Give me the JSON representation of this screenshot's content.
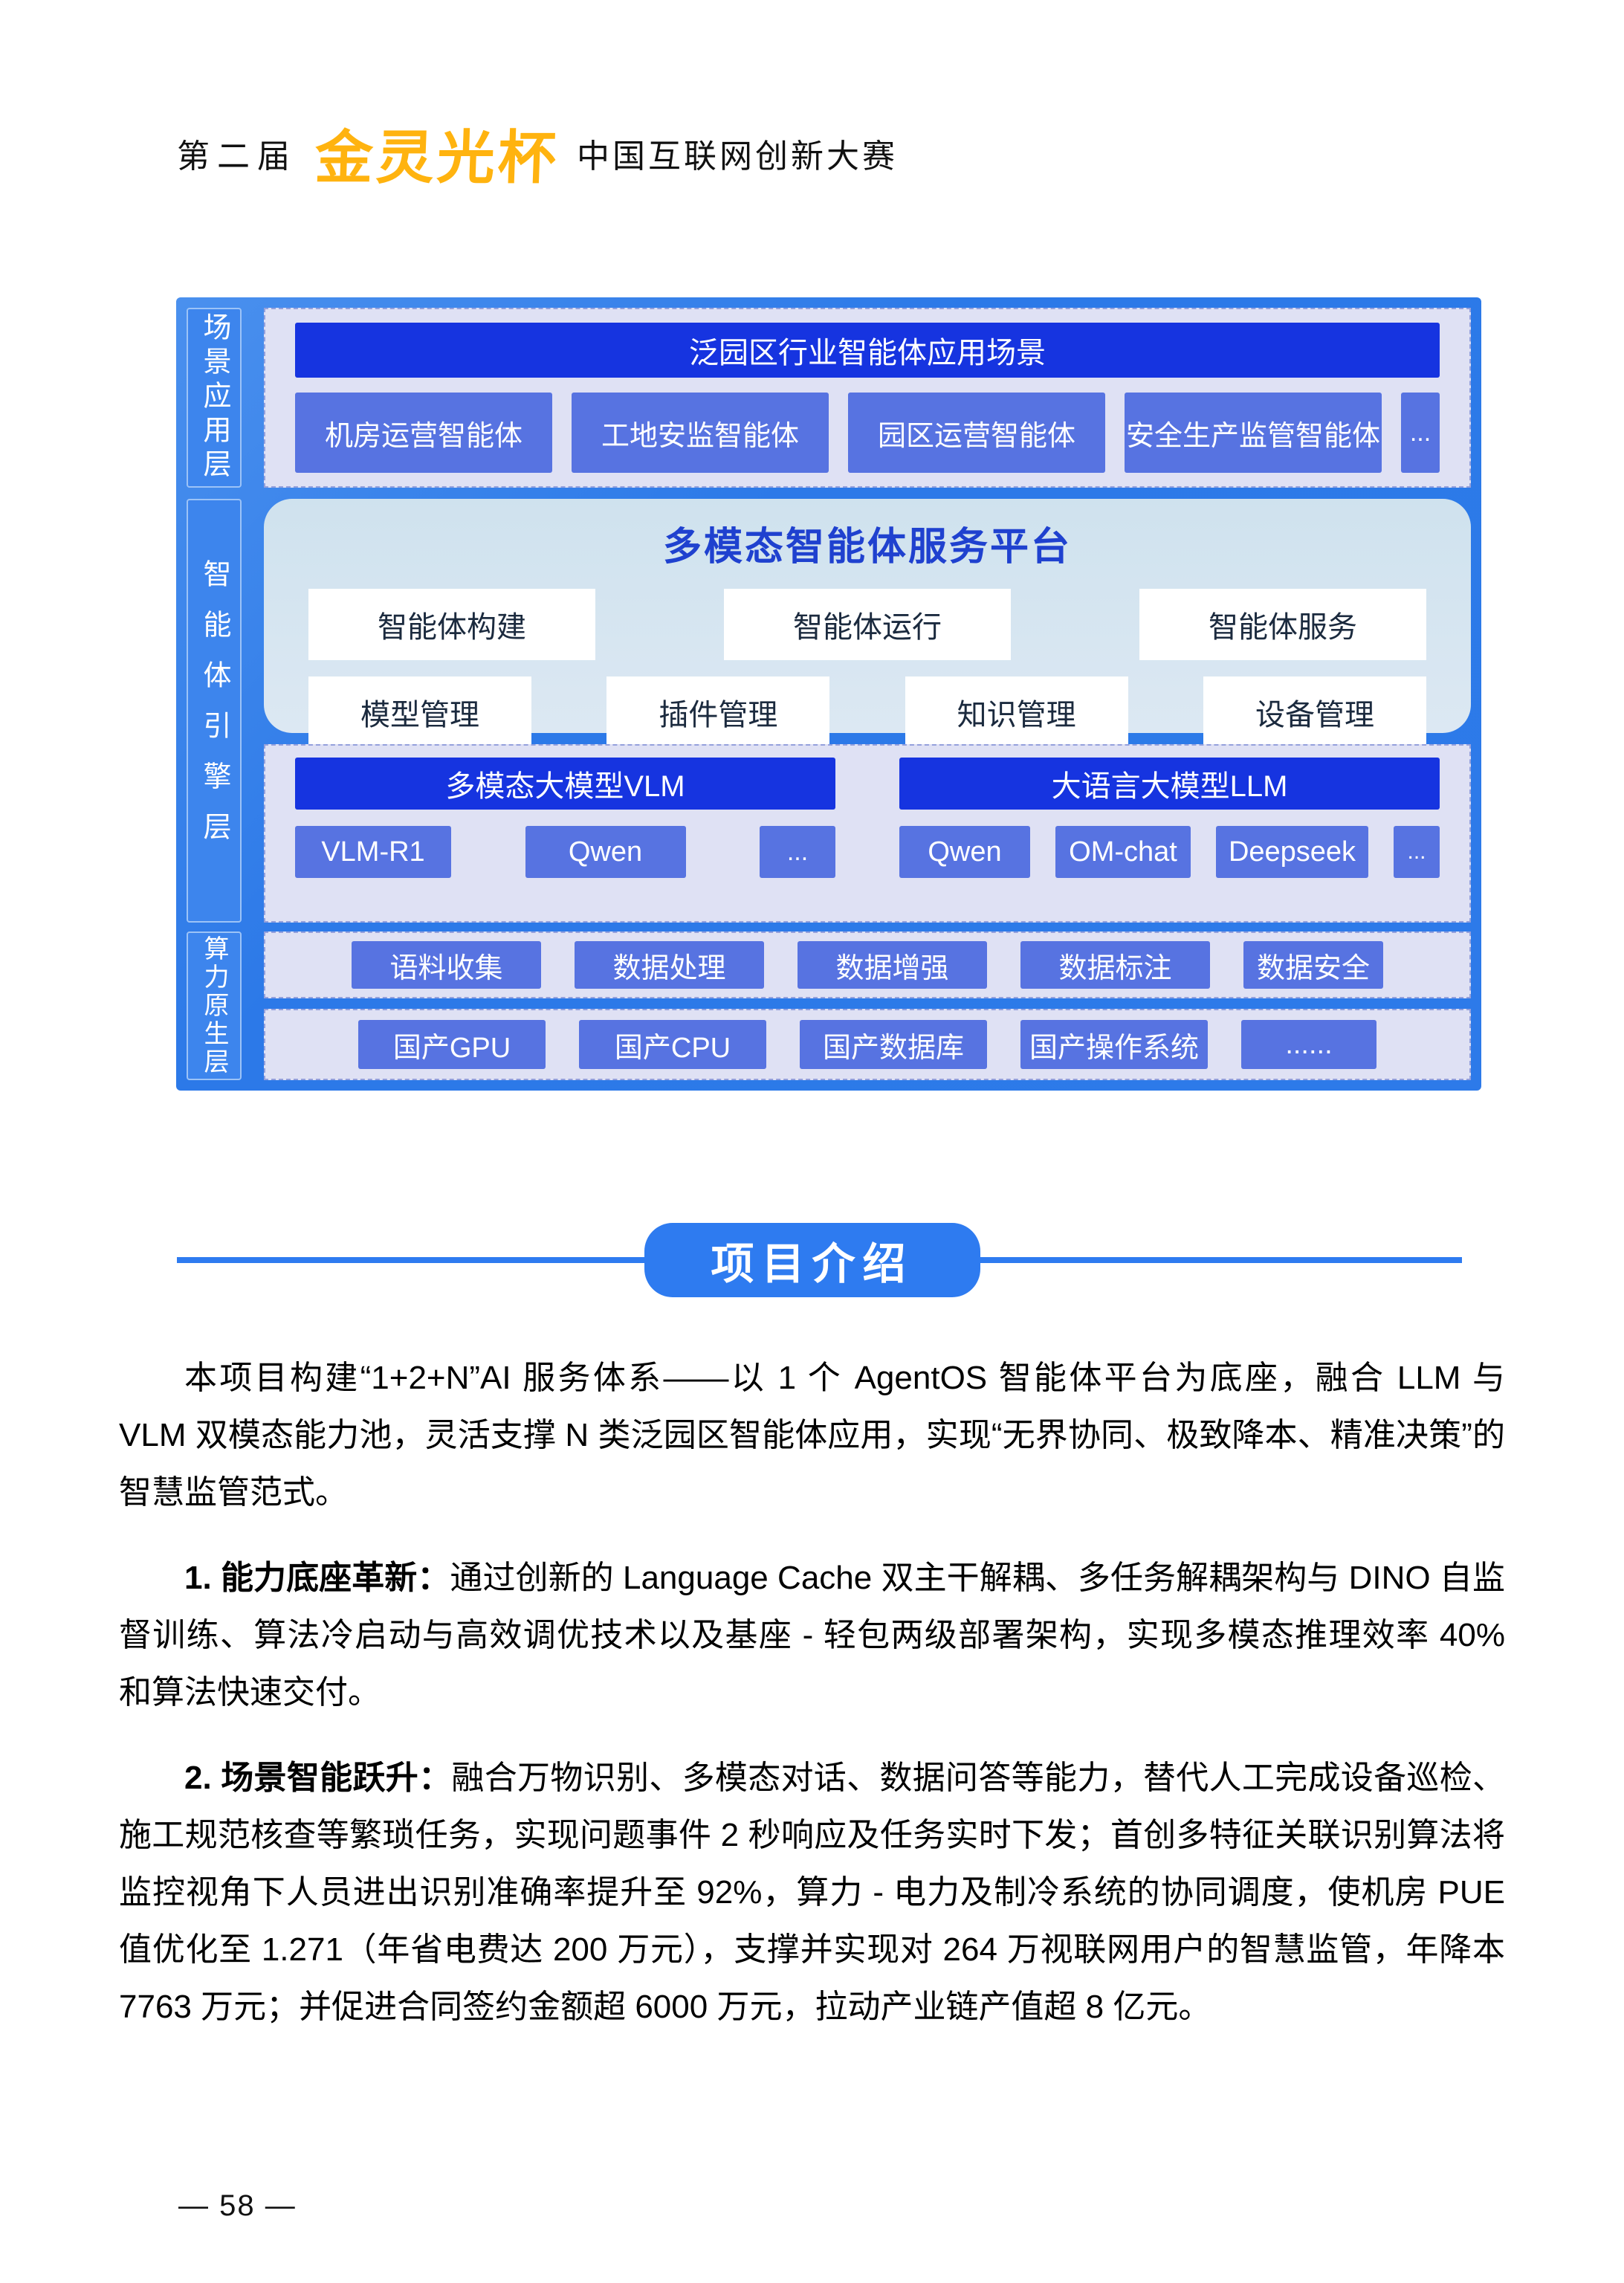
{
  "header": {
    "edition": "第二届",
    "brand": "金灵光杯",
    "competition": "中国互联网创新大赛"
  },
  "diagram": {
    "layers": [
      {
        "label": "场景应用层"
      },
      {
        "label": "智能体引擎层"
      },
      {
        "label": "算力原生层"
      }
    ],
    "app_scene": {
      "title": "泛园区行业智能体应用场景",
      "items": [
        "机房运营智能体",
        "工地安监智能体",
        "园区运营智能体",
        "安全生产监管智能体",
        "..."
      ]
    },
    "platform": {
      "title": "多模态智能体服务平台",
      "row1": [
        "智能体构建",
        "智能体运行",
        "智能体服务"
      ],
      "row2": [
        "模型管理",
        "插件管理",
        "知识管理",
        "设备管理"
      ]
    },
    "models": {
      "vlm": {
        "title": "多模态大模型VLM",
        "items": [
          "VLM-R1",
          "Qwen",
          "..."
        ]
      },
      "llm": {
        "title": "大语言大模型LLM",
        "items": [
          "Qwen",
          "OM-chat",
          "Deepseek",
          "..."
        ]
      }
    },
    "data_layer": [
      "语料收集",
      "数据处理",
      "数据增强",
      "数据标注",
      "数据安全"
    ],
    "infra_layer": [
      "国产GPU",
      "国产CPU",
      "国产数据库",
      "国产操作系统",
      "......"
    ]
  },
  "section": {
    "title": "项目介绍"
  },
  "paragraphs": [
    {
      "bold": "",
      "text": "本项目构建“1+2+N”AI 服务体系——以 1 个 AgentOS 智能体平台为底座，融合 LLM 与 VLM 双模态能力池，灵活支撑 N 类泛园区智能体应用，实现“无界协同、极致降本、精准决策”的智慧监管范式。"
    },
    {
      "bold": "1. 能力底座革新：",
      "text": "通过创新的 Language Cache 双主干解耦、多任务解耦架构与 DINO 自监督训练、算法冷启动与高效调优技术以及基座 - 轻包两级部署架构，实现多模态推理效率 40% 和算法快速交付。"
    },
    {
      "bold": "2. 场景智能跃升：",
      "text": "融合万物识别、多模态对话、数据问答等能力，替代人工完成设备巡检、施工规范核查等繁琐任务，实现问题事件 2 秒响应及任务实时下发；首创多特征关联识别算法将监控视角下人员进出识别准确率提升至 92%，算力 - 电力及制冷系统的协同调度，使机房 PUE 值优化至 1.271（年省电费达 200 万元），支撑并实现对 264 万视联网用户的智慧监管，年降本 7763 万元；并促进合同签约金额超 6000 万元，拉动产业链产值超 8 亿元。"
    }
  ],
  "footer": {
    "page_number": "— 58 —"
  },
  "colors": {
    "brand_orange": "#FFB30F",
    "accent_blue": "#2E7BF0",
    "diagram_background": "#2C79E8",
    "dark_bar": "#1634E0",
    "mid_box": "#5773E1",
    "panel_lavender": "#DFE1F4",
    "platform_panel": "#D5E5F1",
    "platform_title": "#1F41CF"
  }
}
